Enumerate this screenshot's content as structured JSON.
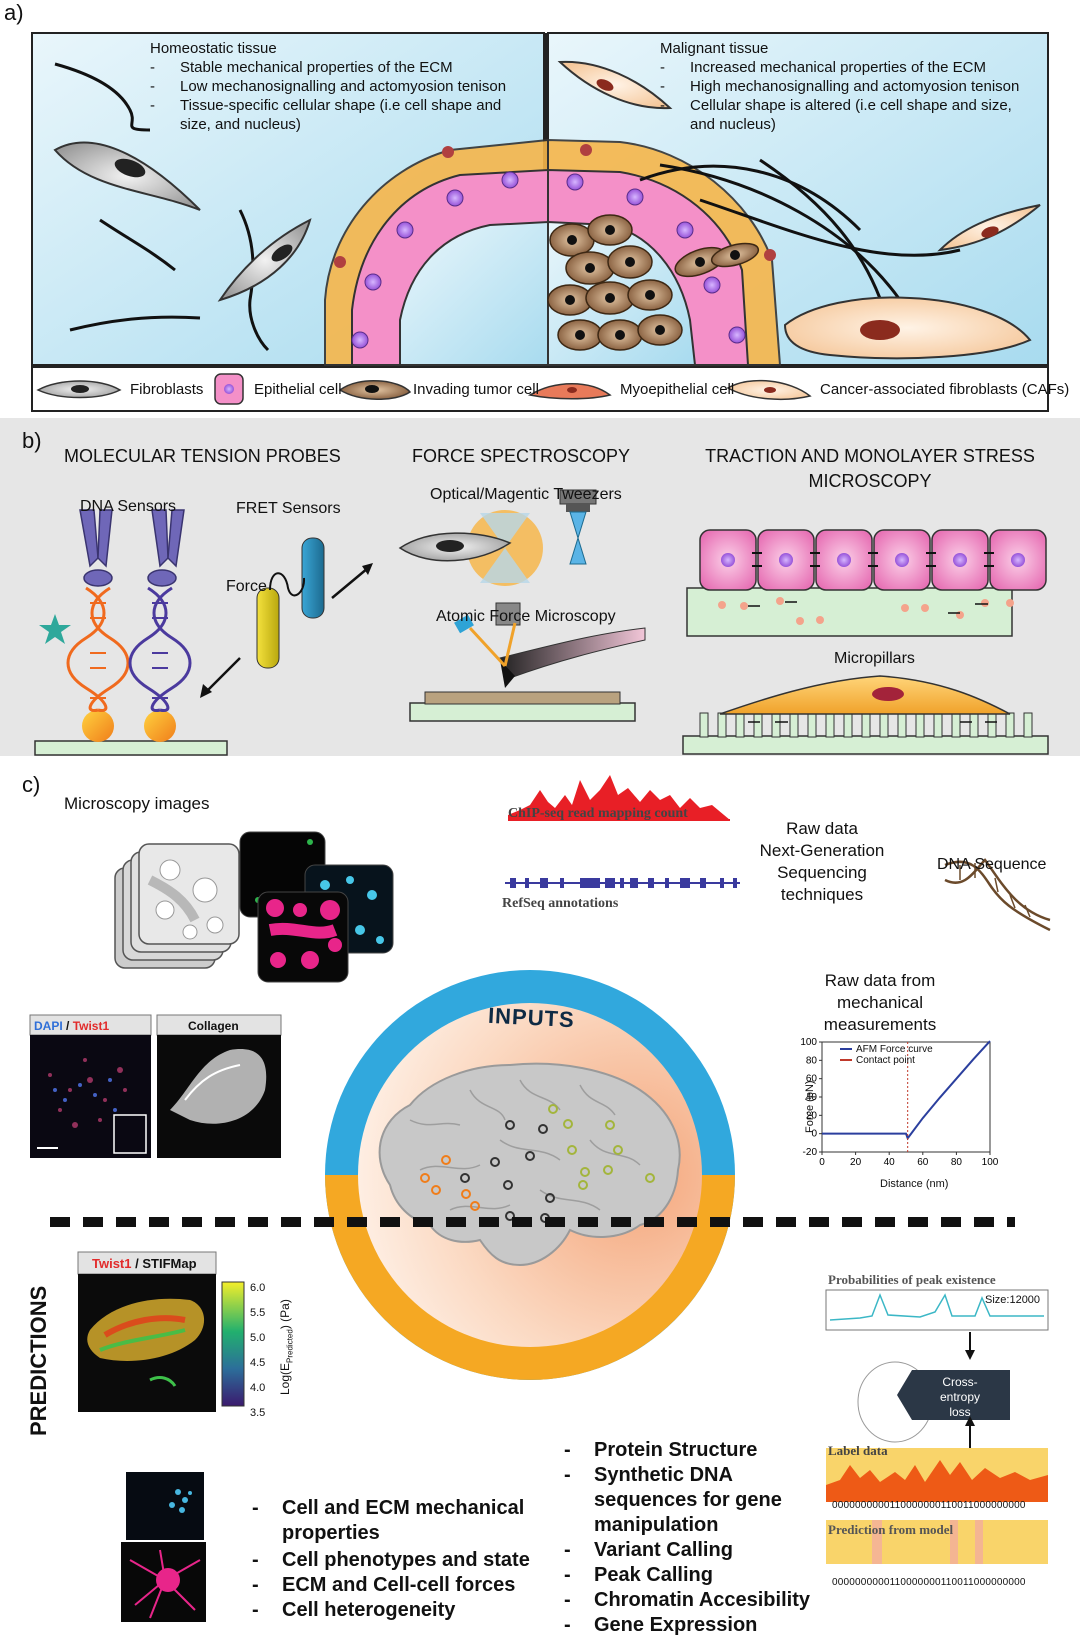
{
  "panel_a": {
    "label": "a)",
    "homeostatic": {
      "title": "Homeostatic tissue",
      "bullets": [
        "Stable mechanical properties of the ECM",
        "Low mechanosignalling and actomyosion tenison",
        "Tissue-specific cellular shape (i.e cell shape and size, and nucleus)"
      ]
    },
    "malignant": {
      "title": "Malignant tissue",
      "bullets": [
        "Increased mechanical properties of the ECM",
        "High mechanosignalling and actomyosion tenison",
        "Cellular shape is altered (i.e cell shape and size, and nucleus)"
      ]
    },
    "legend": [
      "Fibroblasts",
      "Epithelial cell",
      "Invading tumor cell",
      "Myoepithelial cell",
      "Cancer-associated fibroblasts (CAFs)"
    ]
  },
  "panel_b": {
    "label": "b)",
    "molecular": {
      "title": "MOLECULAR TENSION PROBES",
      "dna": "DNA Sensors",
      "fret": "FRET Sensors",
      "force": "Force"
    },
    "force_spec": {
      "title": "FORCE SPECTROSCOPY",
      "tweezers": "Optical/Magentic Tweezers",
      "afm": "Atomic Force Microscopy"
    },
    "traction": {
      "title_line1": "TRACTION AND MONOLAYER STRESS",
      "title_line2": "MICROSCOPY",
      "micropillars": "Micropillars"
    }
  },
  "panel_c": {
    "label": "c)",
    "microscopy_images": "Microscopy images",
    "chip_title": "ChIP-seq read mapping count",
    "refseq": "RefSeq annotations",
    "raw_ngs": [
      "Raw data",
      "Next-Generation",
      "Sequencing",
      "techniques"
    ],
    "dna_sequence": "DNA Sequence",
    "raw_mech": [
      "Raw data from",
      "mechanical",
      "measurements"
    ],
    "inputs": "INPUTS",
    "predictions": "PREDICTIONS",
    "dapi_label": "DAPI",
    "twist_label": "Twist1",
    "collagen_label": "Collagen",
    "stifmap_label": "STIFMap",
    "colorbar_label": "Log(E",
    "colorbar_sub": "Predicted",
    "colorbar_unit": ") (Pa)",
    "colorbar_ticks": [
      "6.0",
      "5.5",
      "5.0",
      "4.5",
      "4.0",
      "3.5"
    ],
    "prob_title": "Probabilities of peak existence",
    "size_label": "Size:12000",
    "loss_label": [
      "Cross-",
      "entropy",
      "loss"
    ],
    "label_data": "Label data",
    "binary_seq": "0000000000110000000110011000000000",
    "prediction_from_model": "Prediction from model",
    "predictions_list_left": [
      "Cell and ECM mechanical properties",
      "Cell phenotypes and state",
      "ECM and Cell-cell forces",
      "Cell heterogeneity"
    ],
    "predictions_list_right": [
      "Protein Structure",
      "Synthetic DNA sequences for gene manipulation",
      "Variant Calling",
      "Peak Calling",
      "Chromatin Accesibility",
      "Gene Expression"
    ]
  },
  "chart_data": {
    "type": "line",
    "title": "",
    "xlabel": "Distance (nm)",
    "ylabel": "Force (pN)",
    "xlim": [
      0,
      100
    ],
    "ylim": [
      -20,
      100
    ],
    "x_ticks": [
      "0",
      "20",
      "40",
      "60",
      "80",
      "100"
    ],
    "y_ticks": [
      "100",
      "80",
      "60",
      "40",
      "20",
      "0",
      "-20"
    ],
    "series": [
      {
        "name": "AFM Force curve",
        "x": [
          0,
          10,
          20,
          30,
          40,
          50,
          51,
          60,
          70,
          80,
          90,
          100
        ],
        "y": [
          0,
          0,
          0,
          0,
          0,
          0,
          -5,
          17,
          39,
          60,
          81,
          101
        ]
      },
      {
        "name": "Contact point",
        "x": [
          51,
          51
        ],
        "y": [
          -20,
          100
        ]
      }
    ],
    "colors": {
      "curve": "#2b3f9e",
      "contact": "#c0392b"
    }
  }
}
